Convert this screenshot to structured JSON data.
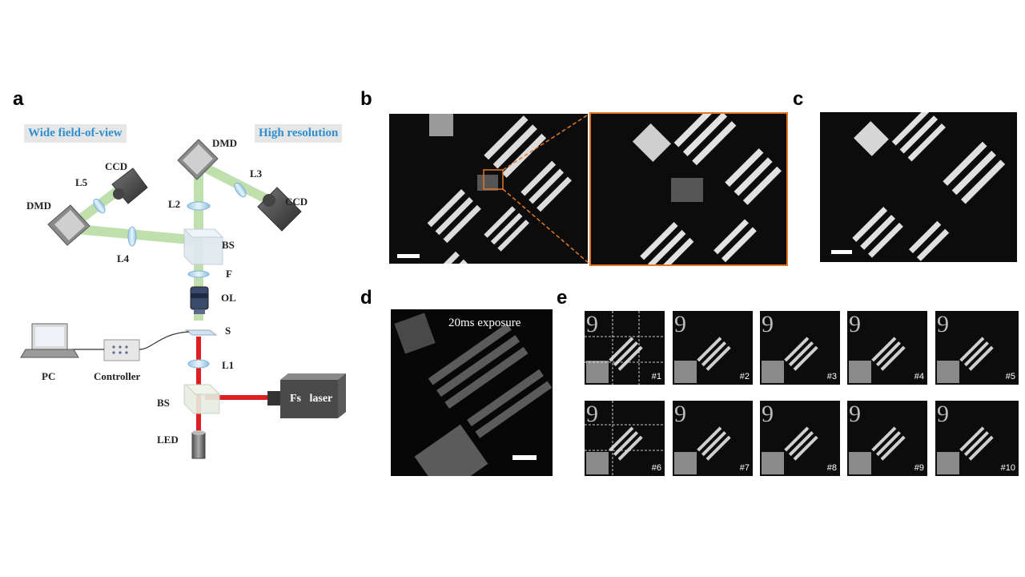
{
  "panels": {
    "a": "a",
    "b": "b",
    "c": "c",
    "d": "d",
    "e": "e"
  },
  "setup": {
    "mode_wide": "Wide field-of-view",
    "mode_high": "High resolution",
    "labels": {
      "dmd_top": "DMD",
      "dmd_left": "DMD",
      "ccd_left": "CCD",
      "ccd_right": "CCD",
      "l1": "L1",
      "l2": "L2",
      "l3": "L3",
      "l4": "L4",
      "l5": "L5",
      "bs_top": "BS",
      "bs_bottom": "BS",
      "f": "F",
      "ol": "OL",
      "s": "S",
      "pc": "PC",
      "controller": "Controller",
      "led": "LED",
      "laser": "Fs   laser"
    },
    "colors": {
      "green_beam": "#b9dca4",
      "red_beam": "#e02020",
      "mode_text": "#2f8fd0",
      "zoom_box": "#e07a2a"
    }
  },
  "panel_d": {
    "caption": "20ms exposure"
  },
  "panel_e": {
    "frames": [
      "#1",
      "#2",
      "#3",
      "#4",
      "#5",
      "#6",
      "#7",
      "#8",
      "#9",
      "#10"
    ]
  }
}
